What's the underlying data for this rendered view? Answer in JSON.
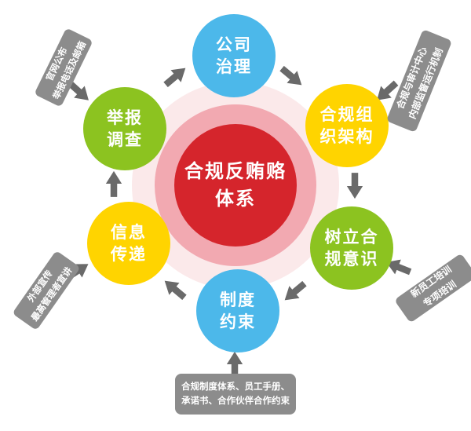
{
  "center": {
    "line1": "合规反贿赂",
    "line2": "体系"
  },
  "circles": [
    {
      "id": "corporate-governance",
      "label_lines": [
        "公司",
        "治理"
      ],
      "color": "#4cb8ea"
    },
    {
      "id": "compliance-organization",
      "label_lines": [
        "合规组",
        "织架构"
      ],
      "color": "#ffd400"
    },
    {
      "id": "compliance-awareness",
      "label_lines": [
        "树立合",
        "规意识"
      ],
      "color": "#8cc320"
    },
    {
      "id": "system-constraint",
      "label_lines": [
        "制度",
        "约束"
      ],
      "color": "#4cb8ea"
    },
    {
      "id": "information-transfer",
      "label_lines": [
        "信息",
        "传递"
      ],
      "color": "#ffd400"
    },
    {
      "id": "report-investigation",
      "label_lines": [
        "举报",
        "调查"
      ],
      "color": "#8cc320"
    }
  ],
  "banners": {
    "top_left": {
      "line1": "官网公布",
      "line2": "举报电话及邮箱"
    },
    "top_right": {
      "line1": "合规与审计中心",
      "line2": "内部监督运行机制"
    },
    "right": {
      "line1": "新员工培训",
      "line2": "专项培训"
    },
    "left": {
      "line1": "外部宣传",
      "line2": "最高管理者宣讲"
    },
    "bottom": {
      "line1": "合规制度体系、员工手册、",
      "line2": "承诺书、合作伙伴合作约束"
    }
  },
  "colors": {
    "center_red": "#d5252c",
    "ring_pink": "#f2a9b1",
    "halo_pink": "#fbe9ea",
    "blue": "#4cb8ea",
    "yellow": "#ffd400",
    "green": "#8cc320",
    "banner_gray": "#8c8c8c",
    "arrow_gray": "#6a6a6a",
    "text_white": "#ffffff"
  }
}
